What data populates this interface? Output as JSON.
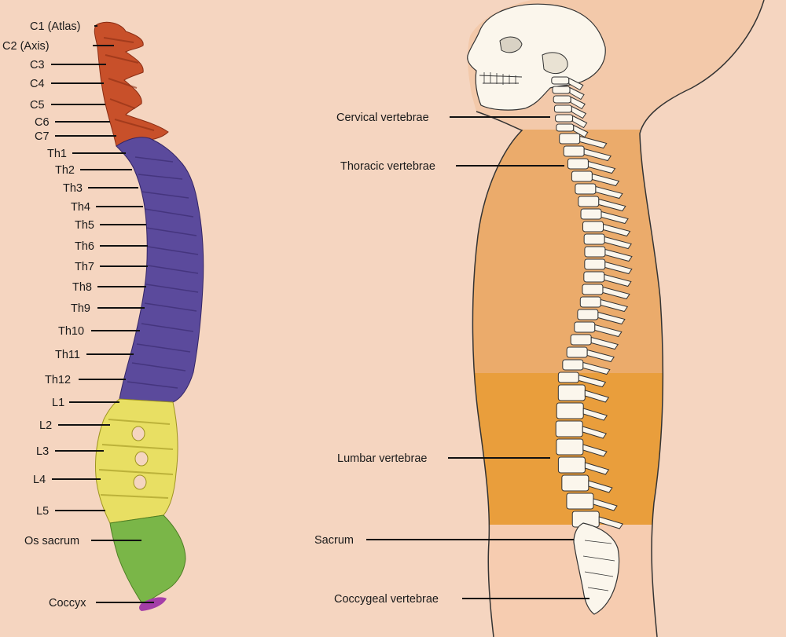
{
  "left_labels": [
    {
      "text": "C1 (Atlas)",
      "region": "cervical"
    },
    {
      "text": "C2 (Axis)",
      "region": "cervical"
    },
    {
      "text": "C3",
      "region": "cervical"
    },
    {
      "text": "C4",
      "region": "cervical"
    },
    {
      "text": "C5",
      "region": "cervical"
    },
    {
      "text": "C6",
      "region": "cervical"
    },
    {
      "text": "C7",
      "region": "cervical"
    },
    {
      "text": "Th1",
      "region": "thoracic"
    },
    {
      "text": "Th2",
      "region": "thoracic"
    },
    {
      "text": "Th3",
      "region": "thoracic"
    },
    {
      "text": "Th4",
      "region": "thoracic"
    },
    {
      "text": "Th5",
      "region": "thoracic"
    },
    {
      "text": "Th6",
      "region": "thoracic"
    },
    {
      "text": "Th7",
      "region": "thoracic"
    },
    {
      "text": "Th8",
      "region": "thoracic"
    },
    {
      "text": "Th9",
      "region": "thoracic"
    },
    {
      "text": "Th10",
      "region": "thoracic"
    },
    {
      "text": "Th11",
      "region": "thoracic"
    },
    {
      "text": "Th12",
      "region": "thoracic"
    },
    {
      "text": "L1",
      "region": "lumbar"
    },
    {
      "text": "L2",
      "region": "lumbar"
    },
    {
      "text": "L3",
      "region": "lumbar"
    },
    {
      "text": "L4",
      "region": "lumbar"
    },
    {
      "text": "L5",
      "region": "lumbar"
    },
    {
      "text": "Os sacrum",
      "region": "sacrum"
    },
    {
      "text": "Coccyx",
      "region": "coccyx"
    }
  ],
  "right_labels": [
    {
      "text": "Cervical vertebrae"
    },
    {
      "text": "Thoracic vertebrae"
    },
    {
      "text": "Lumbar vertebrae"
    },
    {
      "text": "Sacrum"
    },
    {
      "text": "Coccygeal vertebrae"
    }
  ],
  "colors": {
    "background": "#f5d5c0",
    "cervical": "#c8502a",
    "thoracic": "#5b4a9c",
    "lumbar": "#e8df63",
    "sacrum": "#7ab648",
    "coccyx": "#a43ea8",
    "body_thoracic_band": "#ebab6b",
    "body_lumbar_band": "#e99e3c",
    "body_light": "#f3c9aa",
    "bone": "#fbf6ec"
  }
}
